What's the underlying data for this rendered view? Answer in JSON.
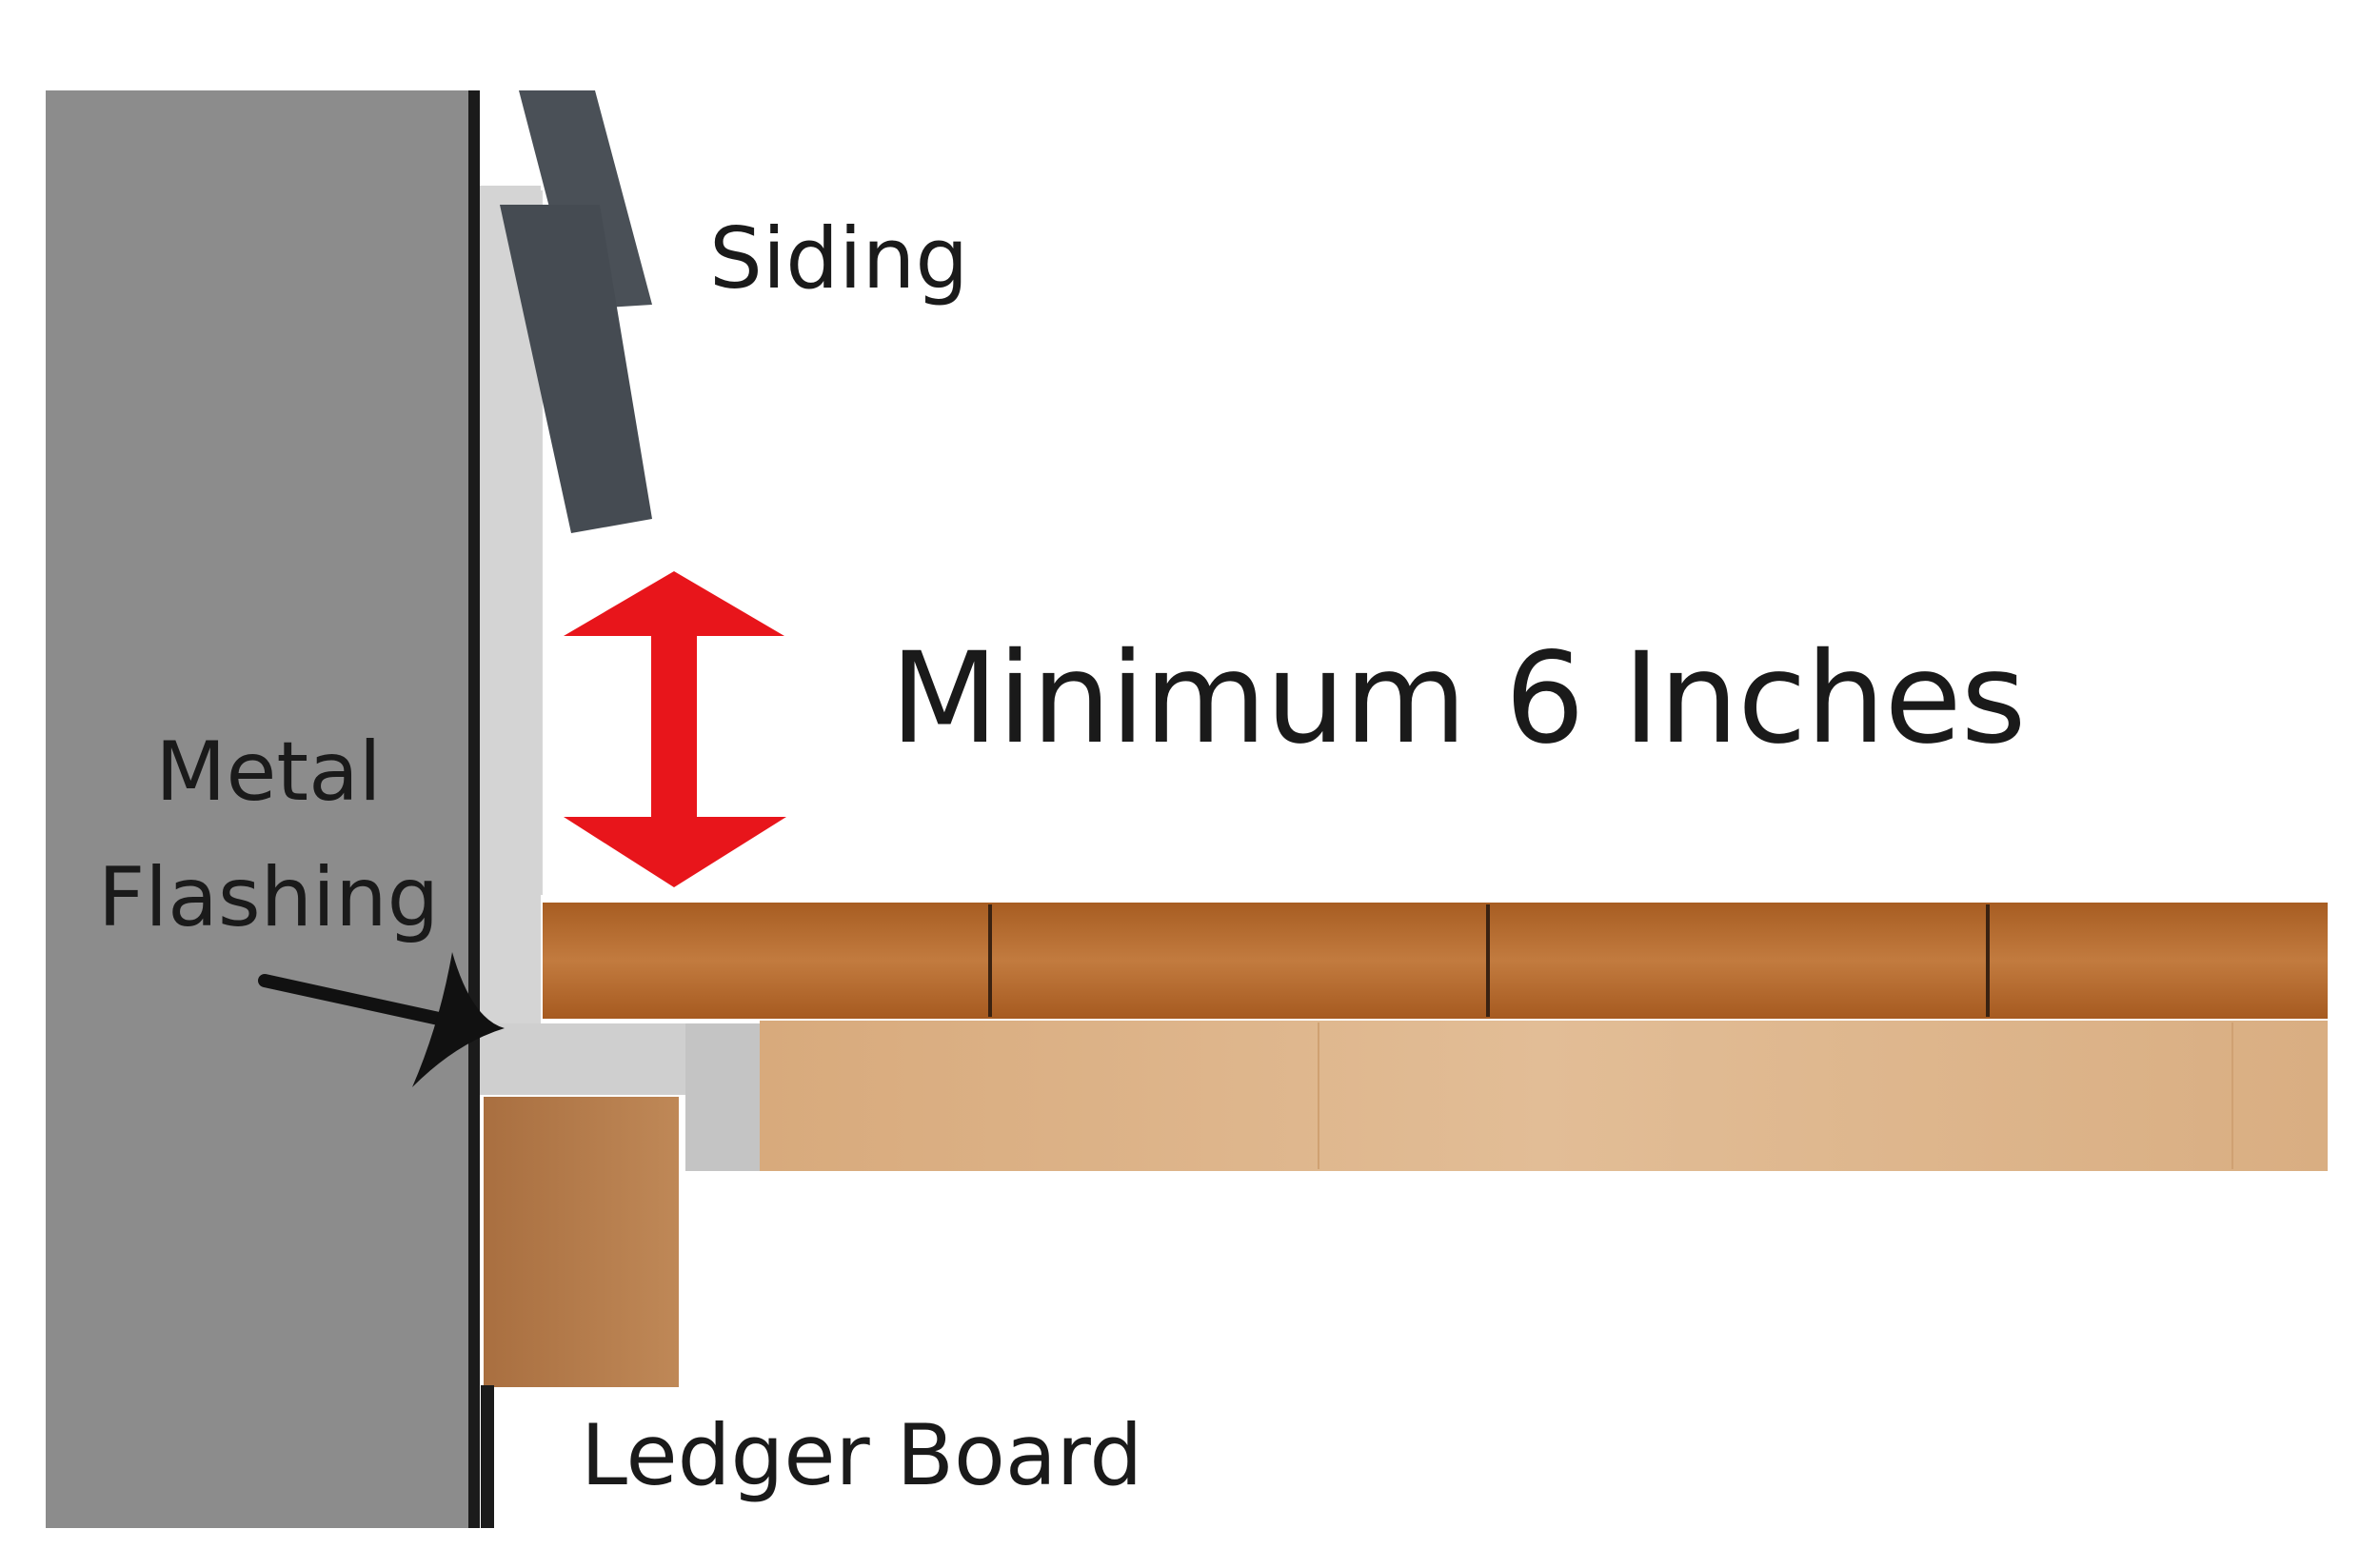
{
  "labels": {
    "siding": "Siding",
    "minimum": "Minimum 6 Inches",
    "metal_flashing_line1": "Metal",
    "metal_flashing_line2": "Flashing",
    "ledger_board": "Ledger Board"
  },
  "colors": {
    "wall": "#8c8c8c",
    "flashing": "#d2d2d2",
    "siding": "#4a5057",
    "decking": "#b36a2e",
    "joist": "#deb58c",
    "ledger": "#b37c4e",
    "arrow": "#e8151b",
    "pointer": "#111111"
  }
}
